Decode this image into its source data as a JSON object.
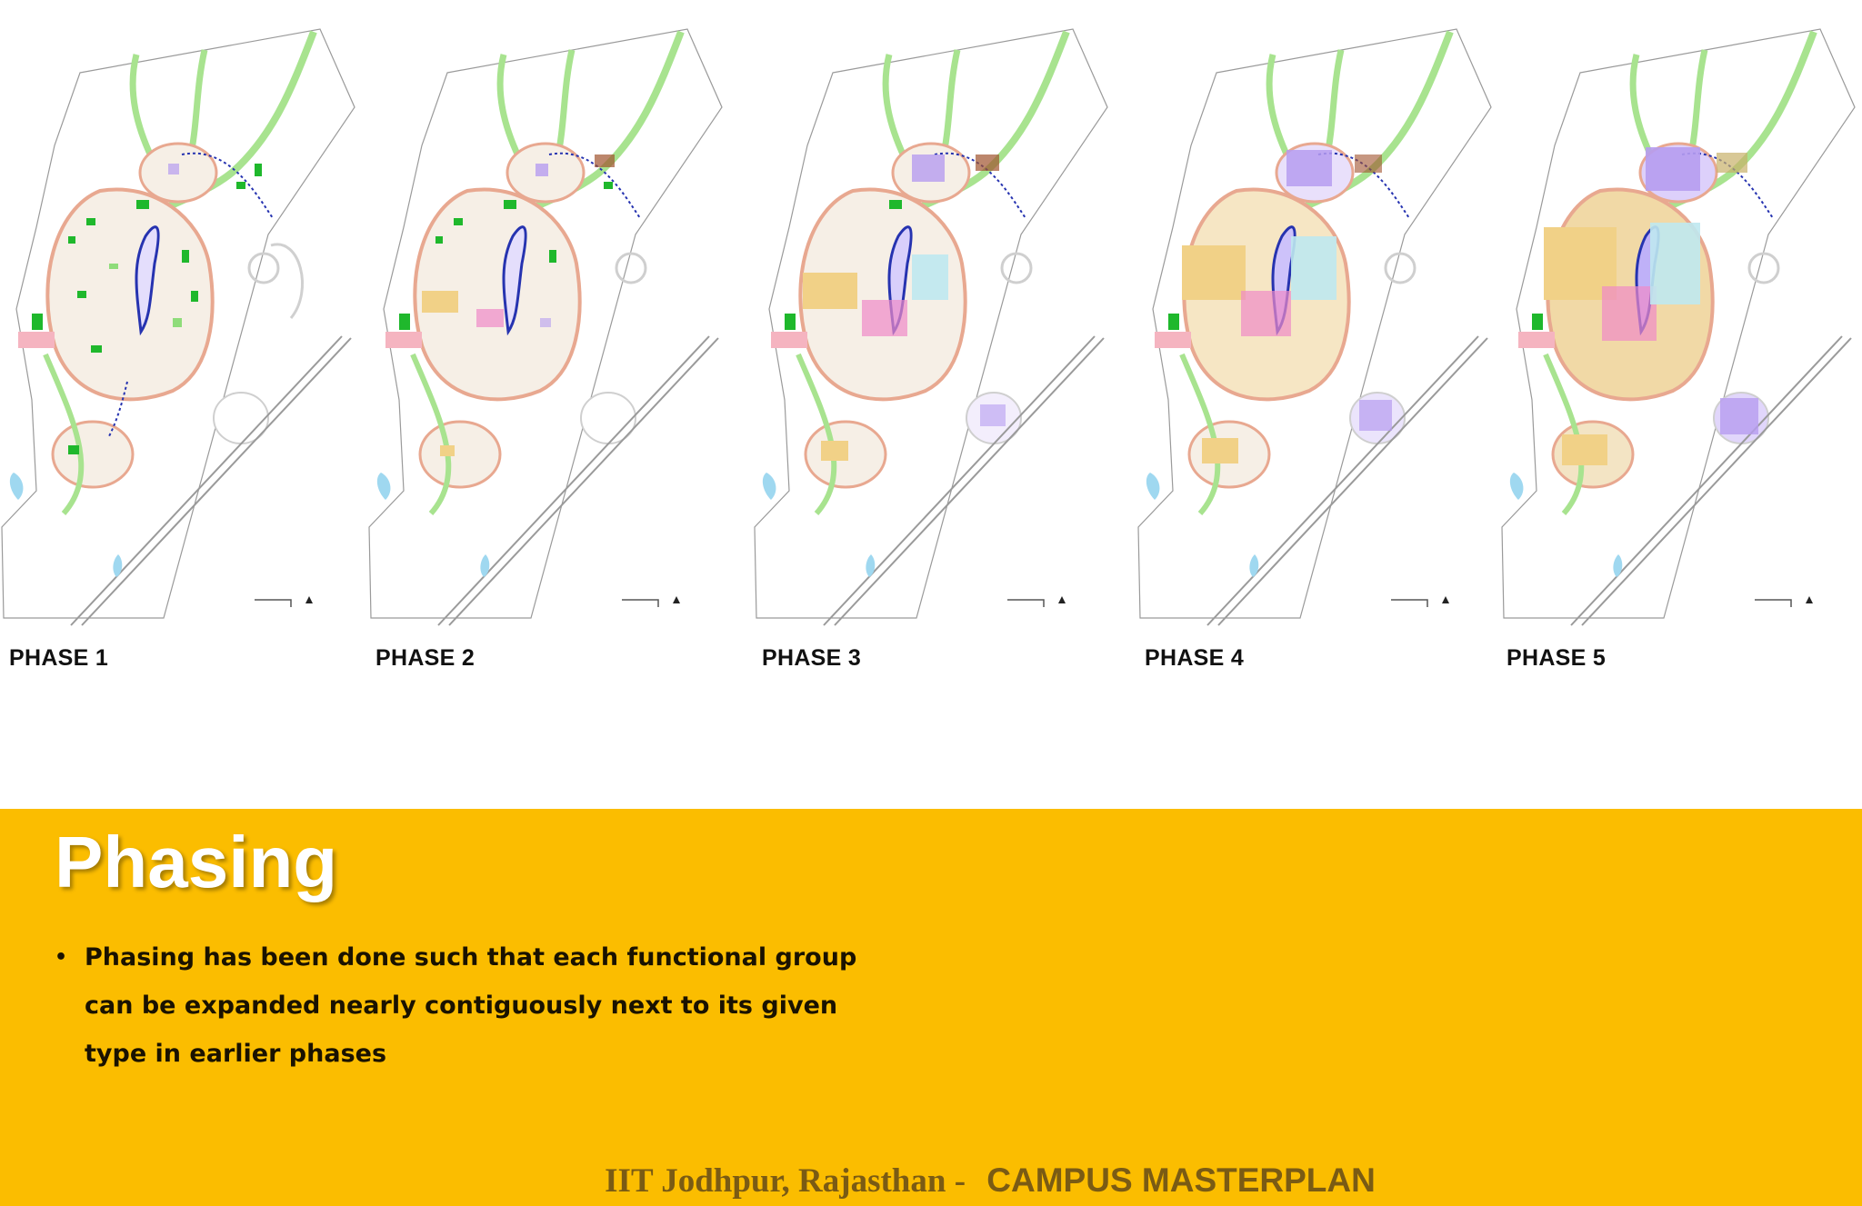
{
  "phases": [
    {
      "label": "PHASE 1",
      "level": 1
    },
    {
      "label": "PHASE 2",
      "level": 2
    },
    {
      "label": "PHASE 3",
      "level": 3
    },
    {
      "label": "PHASE 4",
      "level": 4
    },
    {
      "label": "PHASE 5",
      "level": 5
    }
  ],
  "title": "Phasing",
  "bullets": [
    {
      "lines": [
        "Phasing has been done such that each functional group",
        "can be expanded nearly contiguously next to its given",
        "type in earlier phases"
      ]
    }
  ],
  "footer": {
    "left": "IIT Jodhpur, Rajasthan -",
    "right": "CAMPUS MASTERPLAN"
  },
  "colors": {
    "band": "#fbbd00",
    "title": "#ffffff",
    "footer": "#7a5b14",
    "green_open_space": "#8fdc7a",
    "green_block": "#1fb82c",
    "academic_purple": "#b69cf0",
    "residential_yellow": "#f1d187",
    "pink_service": "#f08ac8",
    "water_blue": "#9fd8f0",
    "road_blue": "#2633b0"
  }
}
